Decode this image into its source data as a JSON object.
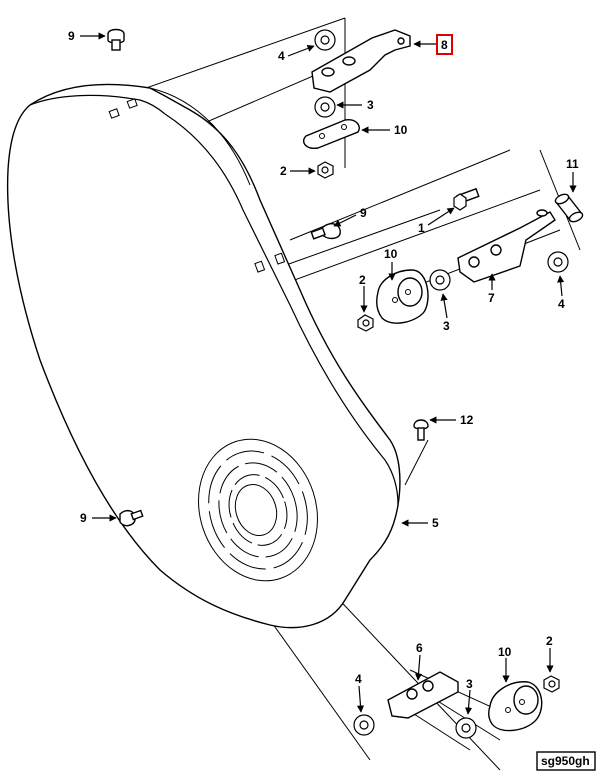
{
  "callouts": {
    "c9_top": "9",
    "c4_top": "4",
    "c8": "8",
    "c3_top": "3",
    "c10_top": "10",
    "c2_top": "2",
    "c9_mid": "9",
    "c11": "11",
    "c1": "1",
    "c10_mid": "10",
    "c2_mid": "2",
    "c3_mid": "3",
    "c7": "7",
    "c4_mid": "4",
    "c12": "12",
    "c9_low": "9",
    "c5": "5",
    "c6": "6",
    "c10_bot": "10",
    "c2_bot": "2",
    "c4_bot": "4",
    "c3_bot": "3"
  },
  "highlight_color": "#e00000",
  "diagram_code": "sg950gh"
}
